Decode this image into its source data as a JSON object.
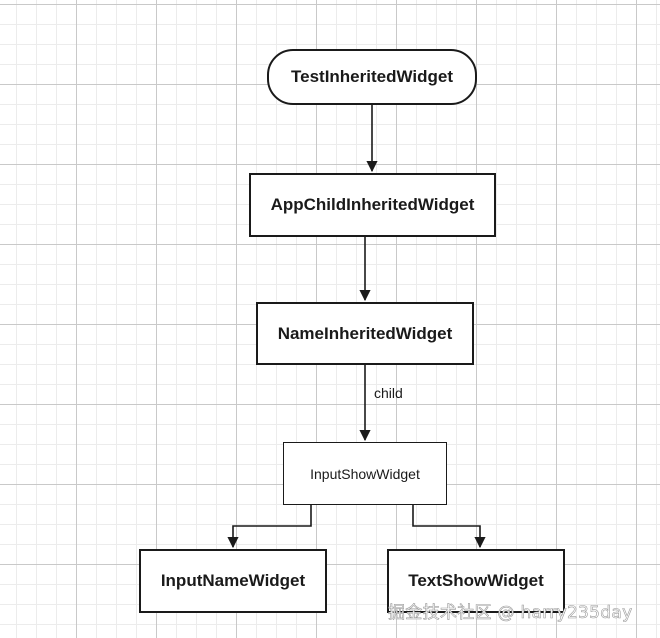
{
  "diagram": {
    "nodes": {
      "root": "TestInheritedWidget",
      "app_child": "AppChildInheritedWidget",
      "name": "NameInheritedWidget",
      "input_show": "InputShowWidget",
      "input_name": "InputNameWidget",
      "text_show": "TextShowWidget"
    },
    "edges": [
      {
        "from": "root",
        "to": "app_child",
        "label": ""
      },
      {
        "from": "app_child",
        "to": "name",
        "label": ""
      },
      {
        "from": "name",
        "to": "input_show",
        "label": "child"
      },
      {
        "from": "input_show",
        "to": "input_name",
        "label": ""
      },
      {
        "from": "input_show",
        "to": "text_show",
        "label": ""
      }
    ],
    "edge_labels": {
      "name_to_input_show": "child"
    }
  },
  "watermark": "掘金技术社区 @ harry235day"
}
